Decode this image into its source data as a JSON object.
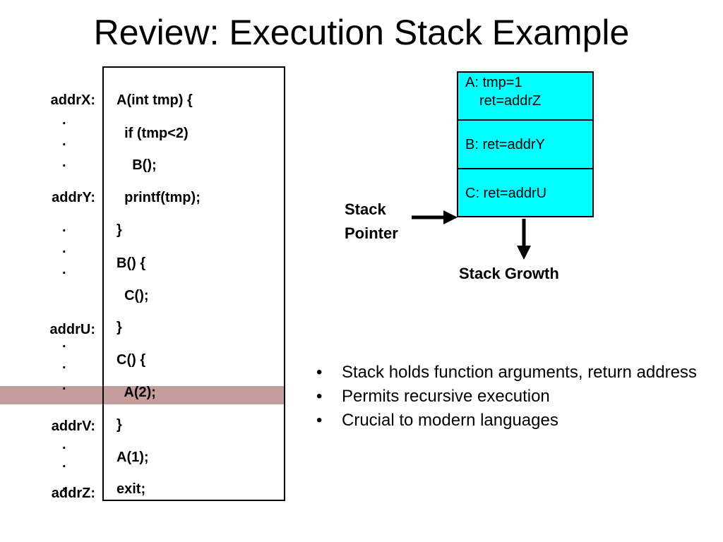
{
  "title": "Review: Execution Stack Example",
  "code": {
    "lines": [
      "A(int tmp) {",
      "  if (tmp<2)",
      "    B();",
      "  printf(tmp);",
      "}",
      "B() {",
      "  C();",
      "}",
      "C() {",
      "  A(2);",
      "}",
      "A(1);",
      "exit;"
    ],
    "addresses": [
      "addrX:",
      "addrY:",
      "addrU:",
      "addrV:",
      "addrZ:"
    ],
    "dot": "."
  },
  "stack": {
    "frames": [
      {
        "line1": "A: tmp=1",
        "line2": "ret=addrZ"
      },
      {
        "line1": "B: ret=addrY"
      },
      {
        "line1": "C: ret=addrU"
      }
    ],
    "pointer_label_1": "Stack",
    "pointer_label_2": "Pointer",
    "growth_label": "Stack Growth",
    "frame_color": "#00ffff"
  },
  "bullets": [
    "Stack holds function arguments, return address",
    "Permits recursive execution",
    "Crucial to modern languages"
  ],
  "highlight_color": "#c49c9c"
}
